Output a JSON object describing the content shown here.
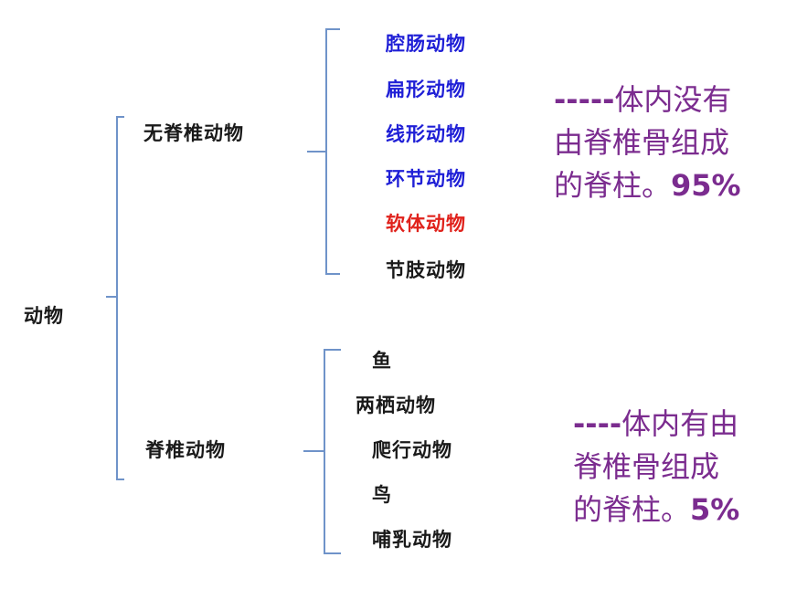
{
  "root": {
    "label": "动物"
  },
  "invertebrates": {
    "label": "无脊椎动物",
    "items": [
      {
        "label": "腔肠动物",
        "color": "#1f1fd6"
      },
      {
        "label": "扁形动物",
        "color": "#1f1fd6"
      },
      {
        "label": "线形动物",
        "color": "#1f1fd6"
      },
      {
        "label": "环节动物",
        "color": "#1f1fd6"
      },
      {
        "label": "软体动物",
        "color": "#e0221c"
      },
      {
        "label": "节肢动物",
        "color": "#1a1a1a"
      }
    ],
    "note": {
      "dashes": "-----",
      "line1": "体内没有",
      "line2": "由脊椎骨组成",
      "line3": "的脊柱。",
      "percent": "95%"
    }
  },
  "vertebrates": {
    "label": "脊椎动物",
    "items": [
      {
        "label": "鱼"
      },
      {
        "label": "两栖动物"
      },
      {
        "label": "爬行动物"
      },
      {
        "label": "鸟"
      },
      {
        "label": "哺乳动物"
      }
    ],
    "note": {
      "dashes": "----",
      "line1": "体内有由",
      "line2": "脊椎骨组成",
      "line3": "的脊柱。",
      "percent": "5%"
    }
  },
  "colors": {
    "bracket": "#6f93c9",
    "note": "#7b2c8f",
    "text": "#1a1a1a"
  }
}
